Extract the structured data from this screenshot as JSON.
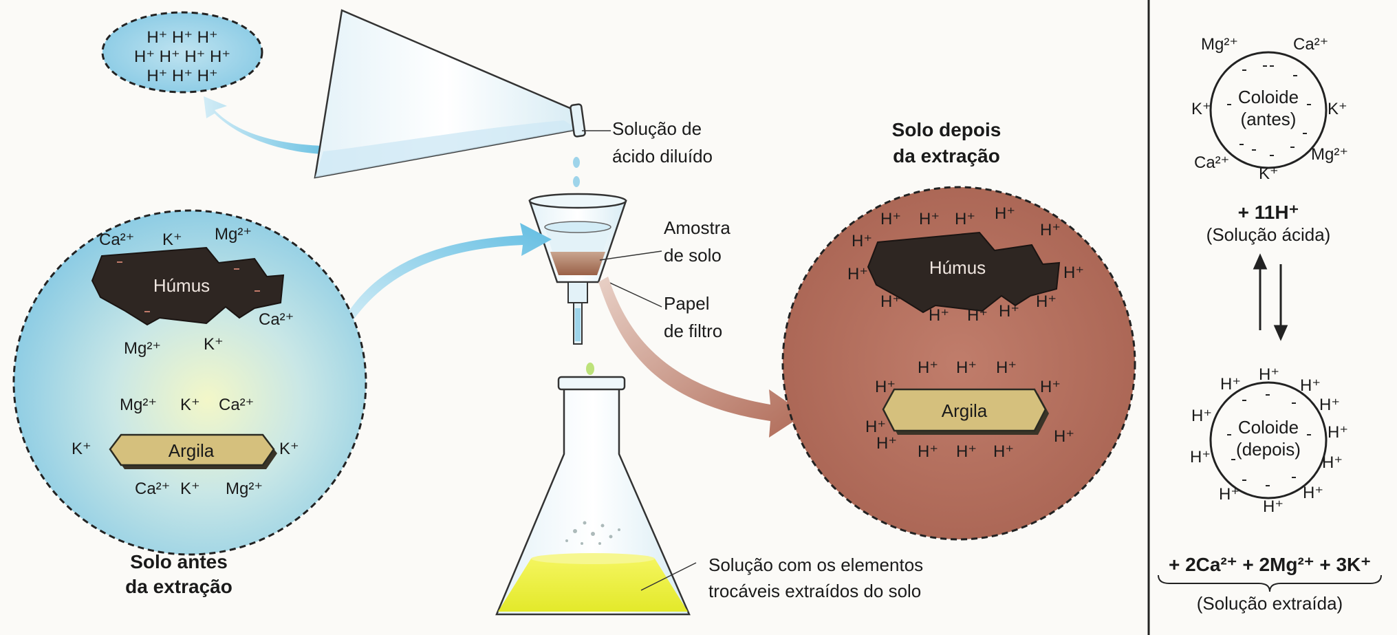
{
  "top_ions": [
    "H⁺ H⁺ H⁺",
    "H⁺ H⁺ H⁺ H⁺",
    "H⁺ H⁺ H⁺"
  ],
  "labels": {
    "acid_line1": "Solução de",
    "acid_line2": "ácido diluído",
    "sample_line1": "Amostra",
    "sample_line2": "de solo",
    "paper_line1": "Papel",
    "paper_line2": "de filtro",
    "solution_line1": "Solução com os elementos",
    "solution_line2": "trocáveis extraídos do solo"
  },
  "before": {
    "title_line1": "Solo antes",
    "title_line2": "da extração",
    "humus": "Húmus",
    "clay": "Argila",
    "ions": {
      "h_ca_top": "Ca²⁺",
      "h_k_top": "K⁺",
      "h_mg_top": "Mg²⁺",
      "h_ca_right": "Ca²⁺",
      "h_mg_bottom": "Mg²⁺",
      "h_k_bottom": "K⁺",
      "a_mg_top": "Mg²⁺",
      "a_k_top": "K⁺",
      "a_ca_top": "Ca²⁺",
      "a_k_left": "K⁺",
      "a_k_right": "K⁺",
      "a_ca_bottom": "Ca²⁺",
      "a_k_bottom": "K⁺",
      "a_mg_bottom": "Mg²⁺"
    }
  },
  "after": {
    "title_line1": "Solo depois",
    "title_line2": "da extração",
    "humus": "Húmus",
    "clay": "Argila",
    "h_ion": "H⁺"
  },
  "side": {
    "colloid_before_line1": "Coloide",
    "colloid_before_line2": "(antes)",
    "before_ions": {
      "mg_tl": "Mg²⁺",
      "ca_tr": "Ca²⁺",
      "k_left": "K⁺",
      "k_right": "K⁺",
      "ca_bl": "Ca²⁺",
      "k_bottom": "K⁺",
      "mg_br": "Mg²⁺"
    },
    "add_h": "+ 11H⁺",
    "add_h_caption": "(Solução ácida)",
    "colloid_after_line1": "Coloide",
    "colloid_after_line2": "(depois)",
    "h_ion": "H⁺",
    "extracted": "+ 2Ca²⁺ + 2Mg²⁺ + 3K⁺",
    "extracted_caption": "(Solução extraída)"
  },
  "colors": {
    "blue_bubble": "#8fcde6",
    "blue_center": "#dff0c8",
    "brown_bubble": "#b36f5e",
    "humus": "#2e2622",
    "clay": "#d5c07d",
    "yellow_solution": "#eef03c",
    "soil_in_funnel": "#a06a50"
  }
}
